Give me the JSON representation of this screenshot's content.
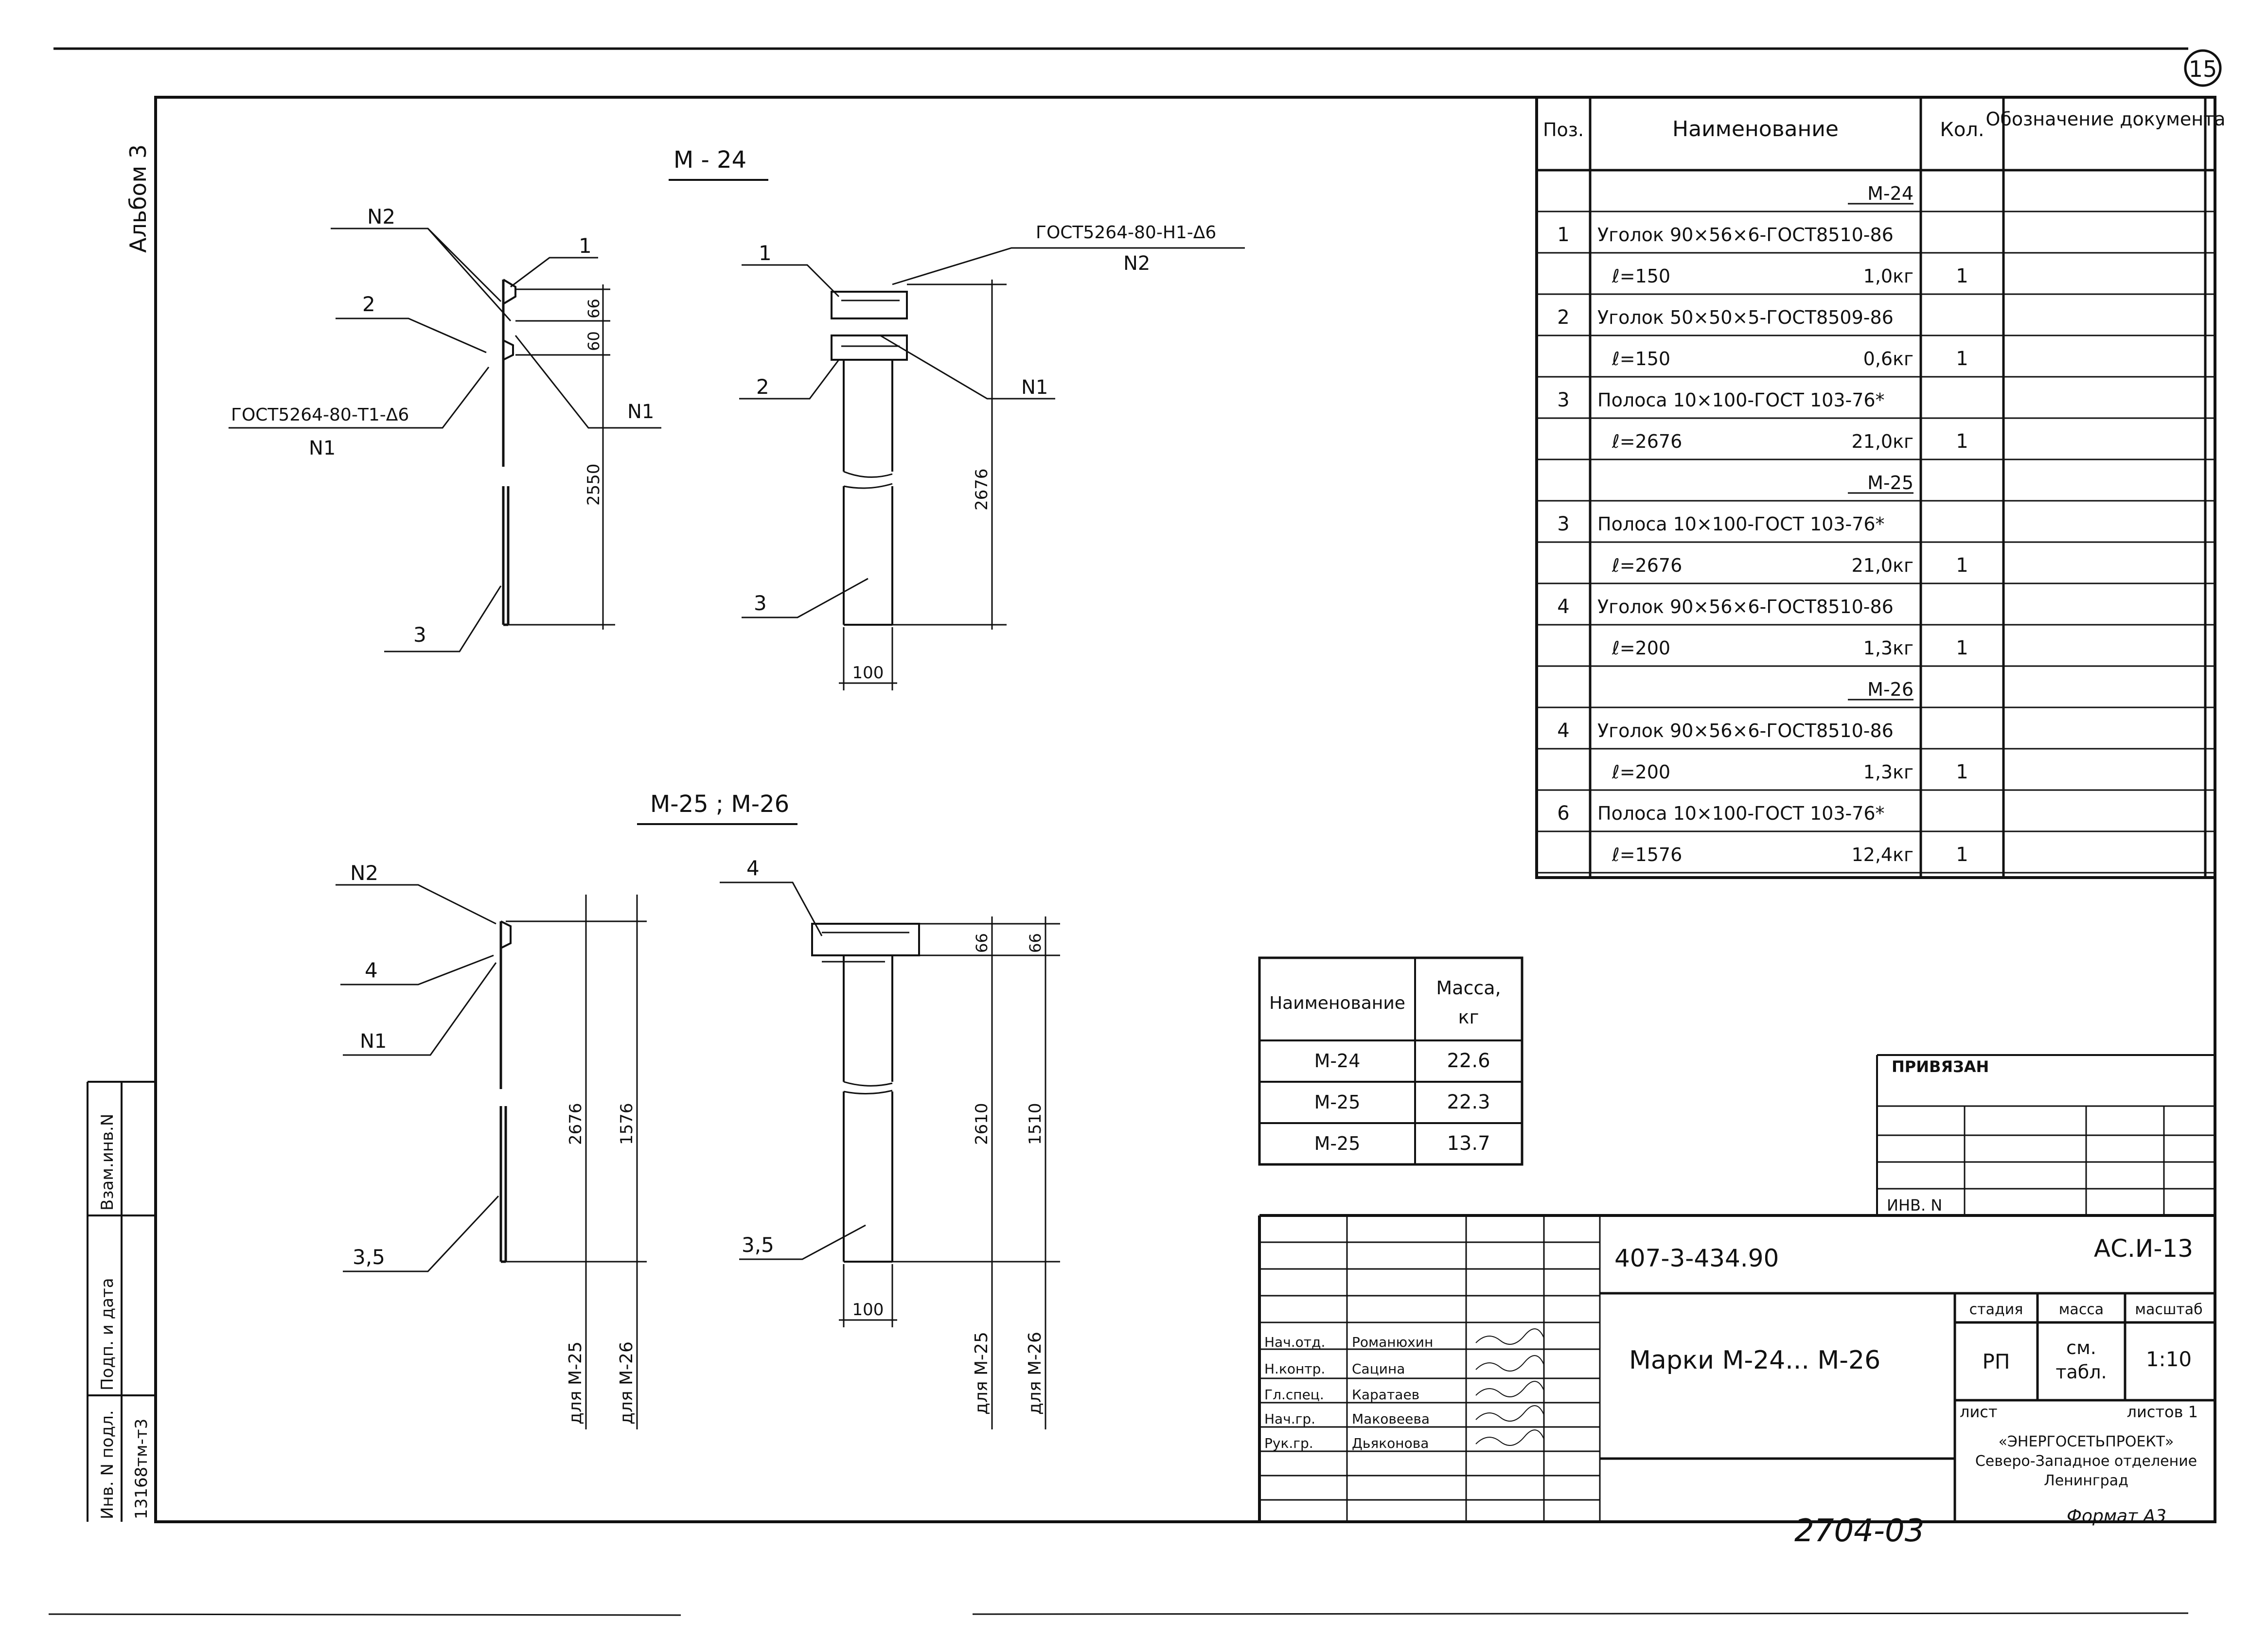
{
  "sheet_number": "15",
  "album_label": "Альбом 3",
  "drawings": {
    "m24": {
      "title": "М - 24",
      "left": {
        "leader_n2": "N2",
        "leader_1": "1",
        "leader_2": "2",
        "leader_n1": "N1",
        "weld_label": "ГОСТ5264-80-Т1-Δ6",
        "weld_label_n": "N1",
        "leader_3": "3",
        "dim_66": "66",
        "dim_60": "60",
        "dim_2550": "2550"
      },
      "right": {
        "leader_1": "1",
        "leader_2": "2",
        "leader_n1": "N1",
        "leader_3": "3",
        "weld_label": "ГОСТ5264-80-Н1-Δ6",
        "weld_label_n": "N2",
        "dim_2676": "2676",
        "dim_100": "100"
      }
    },
    "m25_26": {
      "title": "М-25 ; М-26",
      "left": {
        "leader_n2": "N2",
        "leader_4": "4",
        "leader_n1": "N1",
        "leader_35": "3,5",
        "dim_2676": "2676",
        "dim_1576": "1576",
        "for_m25": "для М-25",
        "for_m26": "для М-26"
      },
      "right": {
        "leader_4": "4",
        "leader_35": "3,5",
        "dim_66a": "66",
        "dim_66b": "66",
        "dim_2610": "2610",
        "dim_1510": "1510",
        "dim_100": "100",
        "for_m25": "для М-25",
        "for_m26": "для М-26"
      }
    }
  },
  "spec_table": {
    "headers": {
      "pos": "Поз.",
      "name": "Наименование",
      "qty": "Кол.",
      "doc": "Обозначение документа"
    },
    "rows": [
      {
        "pos": "",
        "name": "",
        "extra": "М-24",
        "qty": "",
        "kind": "group"
      },
      {
        "pos": "1",
        "name": "Уголок 90×56×6-ГОСТ8510-86",
        "extra": "",
        "qty": "",
        "kind": "item"
      },
      {
        "pos": "",
        "name": "ℓ=150",
        "extra": "1,0кг",
        "qty": "1",
        "kind": "sub"
      },
      {
        "pos": "2",
        "name": "Уголок 50×50×5-ГОСТ8509-86",
        "extra": "",
        "qty": "",
        "kind": "item"
      },
      {
        "pos": "",
        "name": "ℓ=150",
        "extra": "0,6кг",
        "qty": "1",
        "kind": "sub"
      },
      {
        "pos": "3",
        "name": "Полоса 10×100-ГОСТ 103-76*",
        "extra": "",
        "qty": "",
        "kind": "item"
      },
      {
        "pos": "",
        "name": "ℓ=2676",
        "extra": "21,0кг",
        "qty": "1",
        "kind": "sub"
      },
      {
        "pos": "",
        "name": "",
        "extra": "М-25",
        "qty": "",
        "kind": "group"
      },
      {
        "pos": "3",
        "name": "Полоса 10×100-ГОСТ 103-76*",
        "extra": "",
        "qty": "",
        "kind": "item"
      },
      {
        "pos": "",
        "name": "ℓ=2676",
        "extra": "21,0кг",
        "qty": "1",
        "kind": "sub"
      },
      {
        "pos": "4",
        "name": "Уголок 90×56×6-ГОСТ8510-86",
        "extra": "",
        "qty": "",
        "kind": "item"
      },
      {
        "pos": "",
        "name": "ℓ=200",
        "extra": "1,3кг",
        "qty": "1",
        "kind": "sub"
      },
      {
        "pos": "",
        "name": "",
        "extra": "М-26",
        "qty": "",
        "kind": "group"
      },
      {
        "pos": "4",
        "name": "Уголок 90×56×6-ГОСТ8510-86",
        "extra": "",
        "qty": "",
        "kind": "item"
      },
      {
        "pos": "",
        "name": "ℓ=200",
        "extra": "1,3кг",
        "qty": "1",
        "kind": "sub"
      },
      {
        "pos": "6",
        "name": "Полоса 10×100-ГОСТ 103-76*",
        "extra": "",
        "qty": "",
        "kind": "item"
      },
      {
        "pos": "",
        "name": "ℓ=1576",
        "extra": "12,4кг",
        "qty": "1",
        "kind": "sub"
      }
    ]
  },
  "mass_table": {
    "header_name": "Наименование",
    "header_mass_1": "Масса,",
    "header_mass_2": "кг",
    "rows": [
      {
        "name": "М-24",
        "mass": "22.6"
      },
      {
        "name": "М-25",
        "mass": "22.3"
      },
      {
        "name": "М-25",
        "mass": "13.7"
      }
    ]
  },
  "privyazan": {
    "label": "ПРИВЯЗАН",
    "inv_label": "ИНВ. N"
  },
  "title_block": {
    "doc_code": "407-3-434.90",
    "sheet_code": "АС.И-13",
    "title": "Марки М-24... М-26",
    "stage_h": "стадия",
    "mass_h": "масса",
    "scale_h": "масштаб",
    "stage": "РП",
    "mass_1": "см.",
    "mass_2": "табл.",
    "scale": "1:10",
    "sheet_label": "лист",
    "sheets_label": "листов 1",
    "org_1": "«ЭНЕРГОСЕТЬПРОЕКТ»",
    "org_2": "Северо-Западное отделение",
    "org_3": "Ленинград",
    "staff": [
      {
        "role": "Нач.отд.",
        "name": "Романюхин"
      },
      {
        "role": "Н.контр.",
        "name": "Сацина"
      },
      {
        "role": "Гл.спец.",
        "name": "Каратаев"
      },
      {
        "role": "Нач.гр.",
        "name": "Маковеева"
      },
      {
        "role": "Рук.гр.",
        "name": "Дьяконова"
      }
    ]
  },
  "left_strip": {
    "inv_podl": "Инв. N подл.",
    "inv_podl_val": "13168тм-т3",
    "podp_data": "Подп. и дата",
    "vzam_inv": "Взам.инв.N"
  },
  "bottom_number": "2704-03",
  "format_label": "Формат А3"
}
